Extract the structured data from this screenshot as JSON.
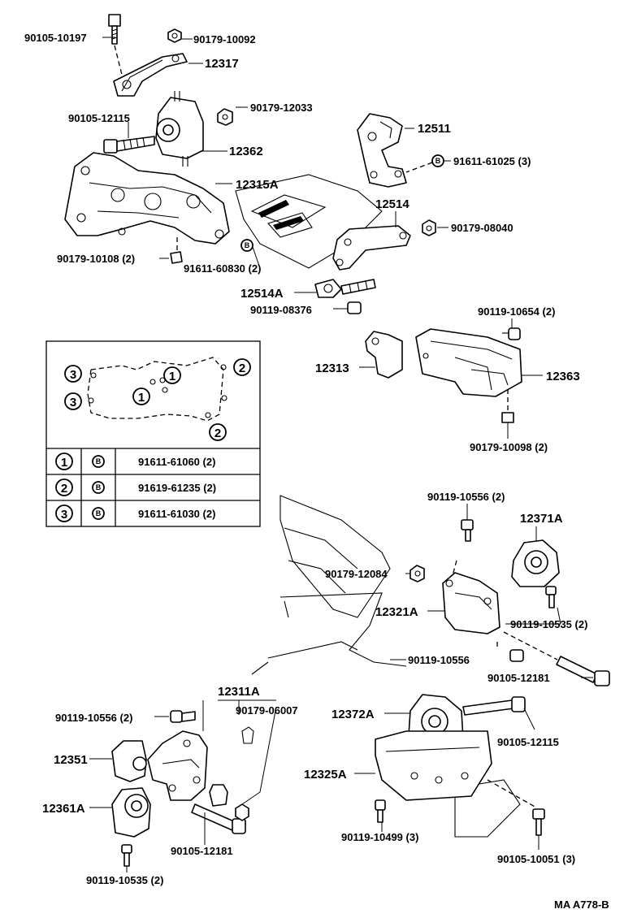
{
  "labels": {
    "p90105_10197": "90105-10197",
    "p90179_10092": "90179-10092",
    "p12317": "12317",
    "p90179_12033": "90179-12033",
    "p90105_12115_top": "90105-12115",
    "p12362": "12362",
    "p12511": "12511",
    "p91611_61025": "91611-61025 (3)",
    "p12315A": "12315A",
    "p12514": "12514",
    "p90179_08040": "90179-08040",
    "p90179_10108": "90179-10108 (2)",
    "p91611_60830": "91611-60830 (2)",
    "p12514A": "12514A",
    "p90119_08376": "90119-08376",
    "p90119_10654": "90119-10654 (2)",
    "p12313": "12313",
    "p12363": "12363",
    "p90179_10098": "90179-10098 (2)",
    "p90119_10556_a": "90119-10556 (2)",
    "p12371A": "12371A",
    "p90179_12084": "90179-12084",
    "p12321A": "12321A",
    "p90119_10535_a": "90119-10535 (2)",
    "p90119_10556_b": "90119-10556",
    "p90105_12181_a": "90105-12181",
    "p12311A": "12311A",
    "p90119_10556_c": "90119-10556 (2)",
    "p90179_06007": "90179-06007",
    "p12372A": "12372A",
    "p90105_12115_b": "90105-12115",
    "p12351": "12351",
    "p12325A": "12325A",
    "p12361A": "12361A",
    "p90119_10499": "90119-10499 (3)",
    "p90105_10051": "90105-10051 (3)",
    "p90105_12181_b": "90105-12181",
    "p90119_10535_b": "90119-10535 (2)",
    "footer_code": "MA A778-B"
  },
  "inset": {
    "callouts": [
      "3",
      "3",
      "1",
      "1",
      "2",
      "2"
    ]
  },
  "table": {
    "rows": [
      {
        "key": "1",
        "symbol": "B",
        "part": "91611-61060 (2)"
      },
      {
        "key": "2",
        "symbol": "B",
        "part": "91619-61235 (2)"
      },
      {
        "key": "3",
        "symbol": "B",
        "part": "91611-61030 (2)"
      }
    ]
  }
}
